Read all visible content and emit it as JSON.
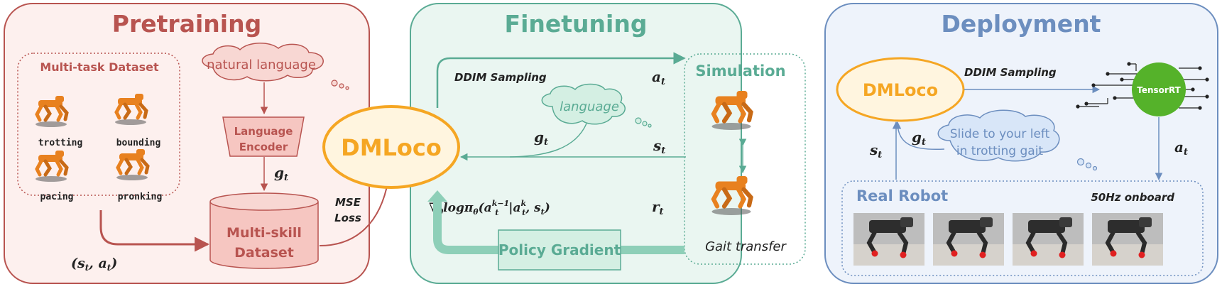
{
  "colors": {
    "pretrain_title": "#b85450",
    "pretrain_bg": "#fdf0ee",
    "finetune_title": "#5aab94",
    "finetune_bg": "#eaf6f1",
    "deploy_title": "#6c8ebf",
    "deploy_bg": "#eef3fb",
    "dmloco_orange": "#f5a623",
    "dmloco_fill": "#fff5df",
    "tensorrt_green": "#55b22a",
    "robot_orange": "#e8811f"
  },
  "pretraining": {
    "title": "Pretraining",
    "dataset_title": "Multi-task Dataset",
    "gaits": [
      "trotting",
      "bounding",
      "pacing",
      "pronking"
    ],
    "language_cloud": "natural language",
    "encoder_line1": "Language",
    "encoder_line2": "Encoder",
    "g_sym": "g",
    "g_sub": "t",
    "multiskill_line1": "Multi-skill",
    "multiskill_line2": "Dataset",
    "loss_line1": "MSE",
    "loss_line2": "Loss",
    "pair_label": "(s",
    "pair_sub1": "t",
    "pair_mid": ", a",
    "pair_sub2": "t",
    "pair_end": ")",
    "dmloco": "DMLoco"
  },
  "finetuning": {
    "title": "Finetuning",
    "ddim": "DDIM Sampling",
    "a_sym": "a",
    "a_sub": "t",
    "language_cloud": "language",
    "g_sym": "g",
    "g_sub": "t",
    "s_sym": "s",
    "s_sub": "t",
    "r_sym": "r",
    "r_sub": "t",
    "simulation": "Simulation",
    "gait_transfer": "Gait transfer",
    "policy_gradient": "Policy Gradient",
    "grad_nabla": "∇",
    "grad_theta": "θ",
    "grad_log": "logπ",
    "grad_open": "(a",
    "grad_sup1": "k−1",
    "grad_sub1": "t",
    "grad_bar": "|a",
    "grad_sup2": "k",
    "grad_sub2": "t",
    "grad_comma": ", s",
    "grad_sub3": "t",
    "grad_close": ")"
  },
  "deployment": {
    "title": "Deployment",
    "dmloco": "DMLoco",
    "ddim": "DDIM Sampling",
    "tensorrt": "TensorRT",
    "cloud_line1": "Slide to your left",
    "cloud_line2": "in trotting gait",
    "g_sym": "g",
    "g_sub": "t",
    "s_sym": "s",
    "s_sub": "t",
    "a_sym": "a",
    "a_sub": "t",
    "real_robot": "Real Robot",
    "onboard": "50Hz onboard"
  }
}
